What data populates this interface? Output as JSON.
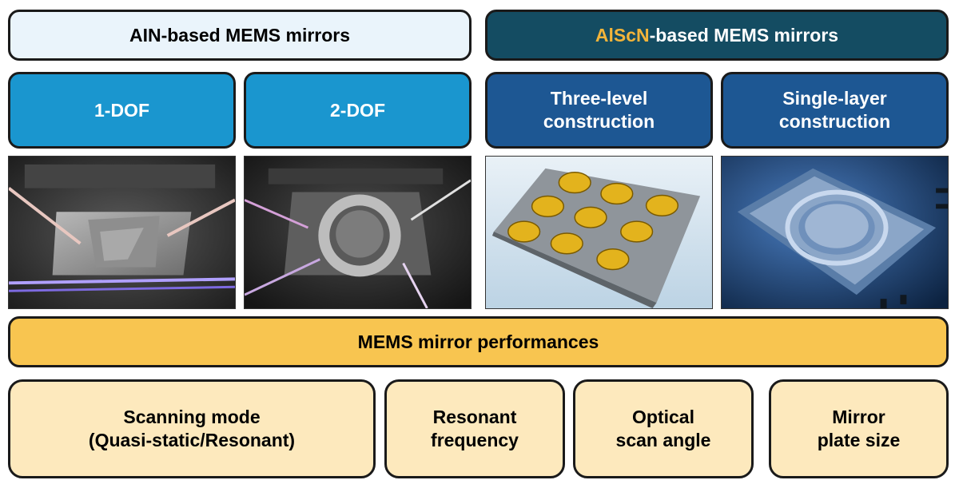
{
  "headers": {
    "ain": "AIN-based MEMS mirrors",
    "alscn_accent": "AlScN",
    "alscn_rest": "-based MEMS mirrors"
  },
  "variants": [
    {
      "lines": [
        "1-DOF"
      ]
    },
    {
      "lines": [
        "2-DOF"
      ]
    },
    {
      "lines": [
        "Three-level",
        "construction"
      ]
    },
    {
      "lines": [
        "Single-layer",
        "construction"
      ]
    }
  ],
  "performance": {
    "title": "MEMS mirror performances",
    "metrics": [
      {
        "lines": [
          "Scanning mode",
          "(Quasi-static/Resonant)"
        ]
      },
      {
        "lines": [
          "Resonant",
          "frequency"
        ]
      },
      {
        "lines": [
          "Optical",
          "scan angle"
        ]
      },
      {
        "lines": [
          "Mirror",
          "plate size"
        ]
      }
    ]
  },
  "colors": {
    "ain_header_bg": "#eaf4fb",
    "alscn_header_bg": "#144c62",
    "alscn_accent": "#f2b43a",
    "variant_light": "#1a96cf",
    "variant_dark": "#1d5793",
    "performance_banner": "#f8c550",
    "metric_bg": "#fde9bd"
  }
}
